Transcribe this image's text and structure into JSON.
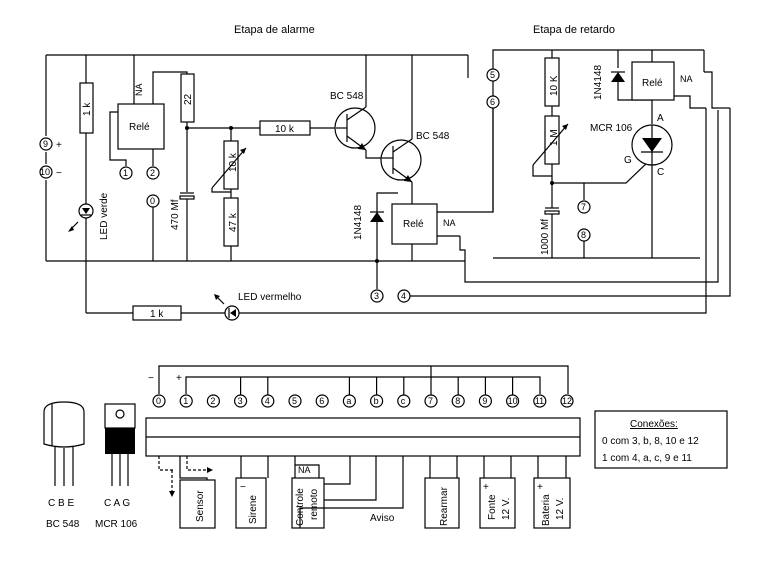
{
  "titles": {
    "alarm": "Etapa de alarme",
    "delay": "Etapa de retardo"
  },
  "schematic": {
    "rele_a": "Relé",
    "rele_b": "Relé",
    "rele_c": "Relé",
    "na_a": "NA",
    "na_b": "NA",
    "na_c": "NA",
    "r_1k_left": "1 k",
    "r_22": "22",
    "r_10k_mid": "10 k",
    "pot_10k": "10 k",
    "r_47k": "47 k",
    "cap_470": "470 Mf",
    "bc548_a": "BC 548",
    "bc548_b": "BC 548",
    "diode_a": "1N4148",
    "diode_b": "1N4148",
    "r_10k_right": "10 K",
    "r_1m": "1 M",
    "cap_1000": "1000 Mf",
    "mcr": "MCR 106",
    "pin_a": "A",
    "pin_g": "G",
    "pin_c": "C",
    "led_verde": "LED verde",
    "led_vermelho": "LED vermelho",
    "r_1k_bottom": "1 k",
    "plus": "+",
    "minus": "−",
    "n9": "9",
    "n10": "10",
    "n1": "1",
    "n2": "2",
    "n0": "0",
    "n3": "3",
    "n4": "4",
    "n5": "5",
    "n6": "6",
    "n7": "7",
    "n8": "8"
  },
  "terminal_block": {
    "minus": "−",
    "plus": "+",
    "labels": [
      "0",
      "1",
      "2",
      "3",
      "4",
      "5",
      "6",
      "a",
      "b",
      "c",
      "7",
      "8",
      "9",
      "10",
      "11",
      "12"
    ]
  },
  "blocks": {
    "sensor": "Sensor",
    "sirene": "Sirene",
    "controle_1": "Controle",
    "controle_2": "remoto",
    "controle_na": "NA",
    "aviso": "Aviso",
    "rearmar": "Rearmar",
    "fonte_1": "Fonte",
    "fonte_2": "12 V.",
    "bateria_1": "Bateria",
    "bateria_2": "12 V.",
    "plus": "+",
    "minus": "−"
  },
  "components": {
    "bc548_pins": "C B E",
    "bc548_name": "BC 548",
    "mcr_pins": "C A G",
    "mcr_name": "MCR 106"
  },
  "conexoes": {
    "title": "Conexões:",
    "line1": "0 com 3, b, 8, 10 e 12",
    "line2": "1 com 4, a, c, 9 e 11"
  }
}
